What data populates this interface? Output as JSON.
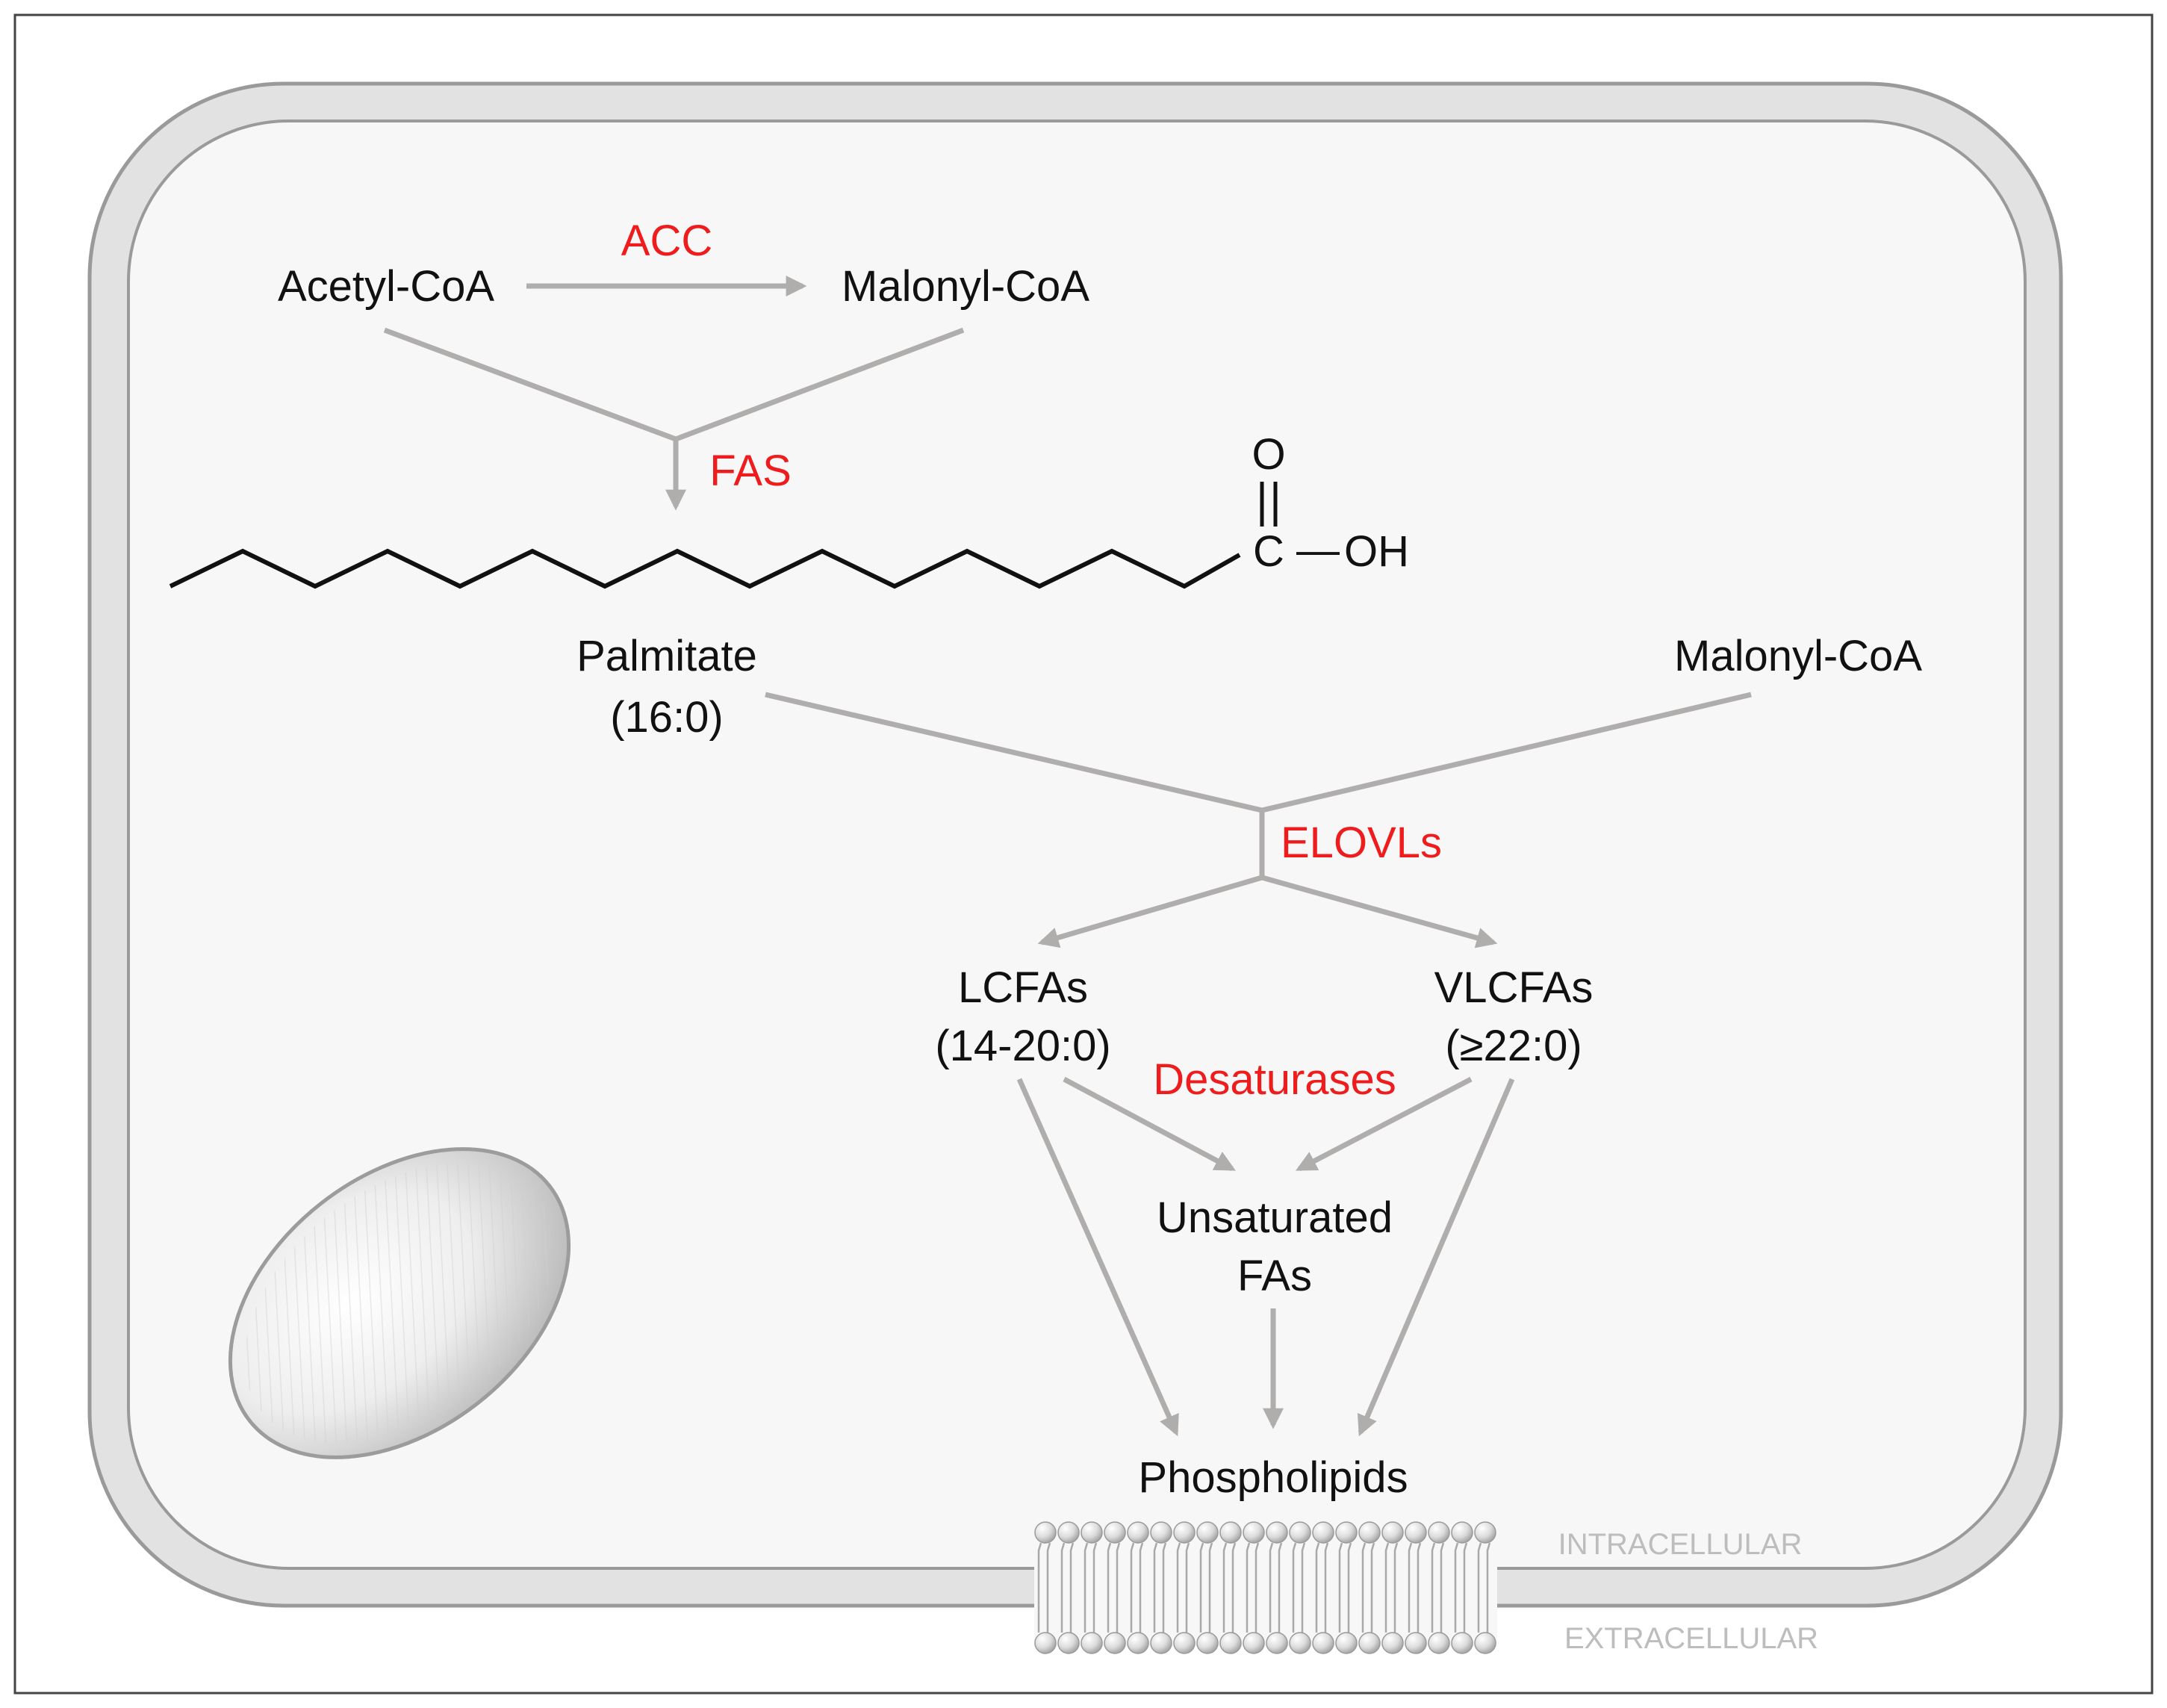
{
  "metabolites": {
    "acetyl_coa": "Acetyl-CoA",
    "malonyl_coa_top": "Malonyl-CoA",
    "palmitate_name": "Palmitate",
    "palmitate_code": "(16:0)",
    "malonyl_coa_right": "Malonyl-CoA",
    "lcfas_name": "LCFAs",
    "lcfas_code": "(14-20:0)",
    "vlcfas_name": "VLCFAs",
    "vlcfas_code": "(≥22:0)",
    "unsat_line1": "Unsaturated",
    "unsat_line2": "FAs",
    "phospholipids": "Phospholipids"
  },
  "enzymes": {
    "acc": "ACC",
    "fas": "FAS",
    "elovls": "ELOVLs",
    "desaturases": "Desaturases"
  },
  "palmitate_structure": {
    "oxygen": "O",
    "carbon": "C",
    "bond": "—",
    "hydroxyl": "OH"
  },
  "membrane": {
    "inside": "INTRACELLULAR",
    "outside": "EXTRACELLULAR"
  },
  "colors": {
    "enzyme_text": "#ee1c1c",
    "arrow": "#b0adad",
    "cell_fill": "#f7f7f7",
    "membrane_sphere": "#d8d8d8"
  }
}
